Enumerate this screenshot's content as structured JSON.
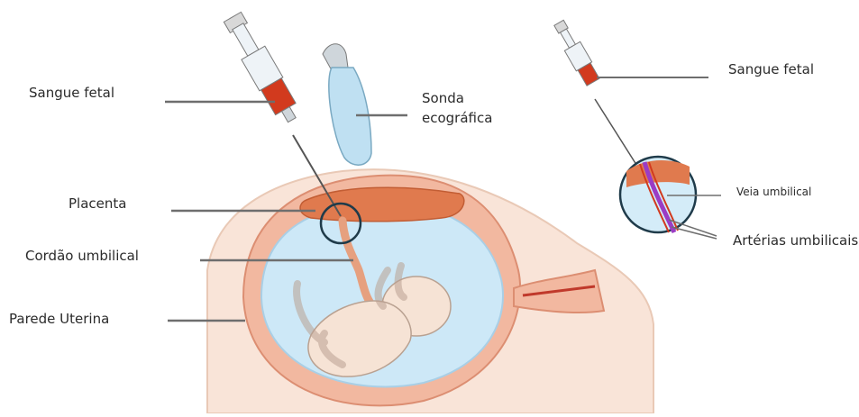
{
  "labels": {
    "sangue_fetal_left": "Sangue fetal",
    "sonda_ecografica": "Sonda ecográfica",
    "placenta": "Placenta",
    "cordao_umbilical": "Cordão umbilical",
    "parede_uterina": "Parede Uterina",
    "sangue_fetal_right": "Sangue fetal",
    "veia_umbilical": "Veia umbilical",
    "arterias_umbilicais": "Artérias umbilicais"
  },
  "colors": {
    "uterus_wall": "#f2b8a0",
    "abdomen_bg": "#f9e4d8",
    "amniotic_fluid": "#cde8f7",
    "fetus": "#f6e3d5",
    "placenta": "#e07a4e",
    "blood": "#d23a1e",
    "probe": "#bfe0f2",
    "leader_line": "#6e6e6e",
    "umbilical_vein": "#9b3cc4"
  }
}
